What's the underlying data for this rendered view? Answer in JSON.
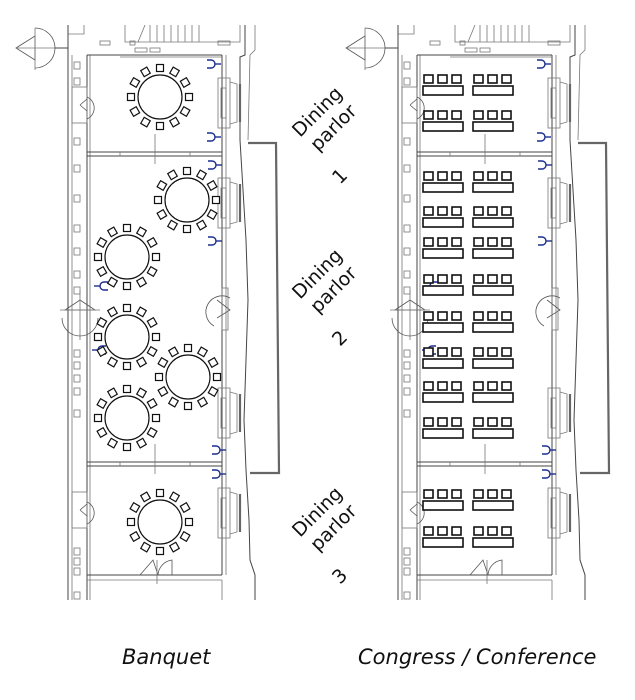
{
  "plans": [
    {
      "id": "banquet",
      "caption": "Banquet",
      "layout": "round-tables",
      "rooms": [
        {
          "name": "Dining parlor 1",
          "round_tables": 1,
          "chairs_per_table": 12
        },
        {
          "name": "Dining parlor 2",
          "round_tables": 5,
          "chairs_per_table": 12
        },
        {
          "name": "Dining parlor 3",
          "round_tables": 1,
          "chairs_per_table": 12
        }
      ]
    },
    {
      "id": "congress",
      "caption": "Congress / Conference",
      "layout": "classroom",
      "rooms": [
        {
          "name": "Dining parlor 1",
          "table_rows": 2,
          "tables_per_row": 2,
          "chairs_per_table": 3
        },
        {
          "name": "Dining parlor 2",
          "table_rows": 8,
          "tables_per_row": 2,
          "chairs_per_table": 3
        },
        {
          "name": "Dining parlor 3",
          "table_rows": 2,
          "tables_per_row": 2,
          "chairs_per_table": 3
        }
      ]
    }
  ],
  "room_labels": [
    {
      "line1": "Dining",
      "line2": "parlor",
      "line3": "1"
    },
    {
      "line1": "Dining",
      "line2": "parlor",
      "line3": "2"
    },
    {
      "line1": "Dining",
      "line2": "parlor",
      "line3": "3"
    }
  ],
  "colors": {
    "walls": "#444444",
    "furniture": "#111111",
    "outlet_symbols": "#1c2f8f",
    "background": "#ffffff"
  },
  "icons": {
    "outlet": "power-outlet-icon",
    "door": "door-swing-icon",
    "fireplace": "fireplace-icon"
  }
}
